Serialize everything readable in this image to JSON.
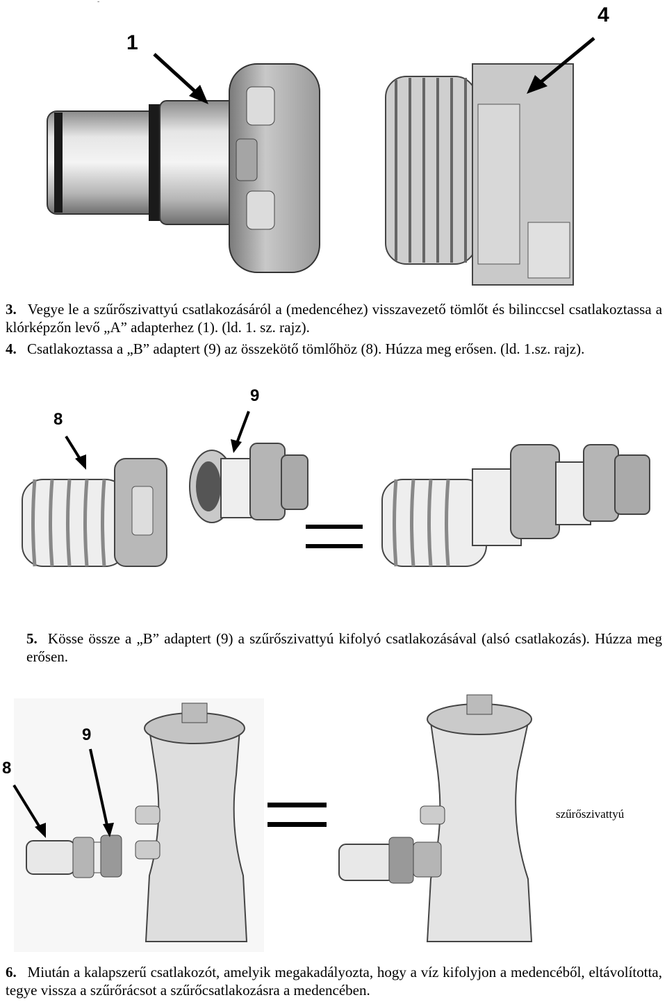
{
  "figure1": {
    "label_1": "1",
    "label_4": "4"
  },
  "steps": {
    "step3": {
      "num": "3.",
      "text": "Vegye le a szűrőszivattyú csatlakozásáról a (medencéhez) visszavezető tömlőt és bilinccsel csatlakoztassa a klórképzőn levő „A” adapterhez (1). (ld. 1. sz. rajz)."
    },
    "step4": {
      "num": "4.",
      "text": "Csatlakoztassa a „B” adaptert (9) az összekötő tömlőhöz (8). Húzza meg erősen. (ld. 1.sz. rajz)."
    },
    "step5": {
      "num": "5.",
      "text": "Kösse össze a „B” adaptert (9) a szűrőszivattyú kifolyó csatlakozásával (alsó csatlakozás). Húzza meg erősen."
    },
    "step6": {
      "num": "6.",
      "text": "Miután a kalapszerű csatlakozót, amelyik megakadályozta, hogy a víz kifolyjon a medencéből, eltávolította, tegye vissza a szűrőrácsot a szűrőcsatlakozásra a medencében."
    }
  },
  "figure2": {
    "label_8": "8",
    "label_9": "9"
  },
  "figure3": {
    "label_8": "8",
    "label_9": "9",
    "pump_caption": "szűrőszivattyú"
  }
}
